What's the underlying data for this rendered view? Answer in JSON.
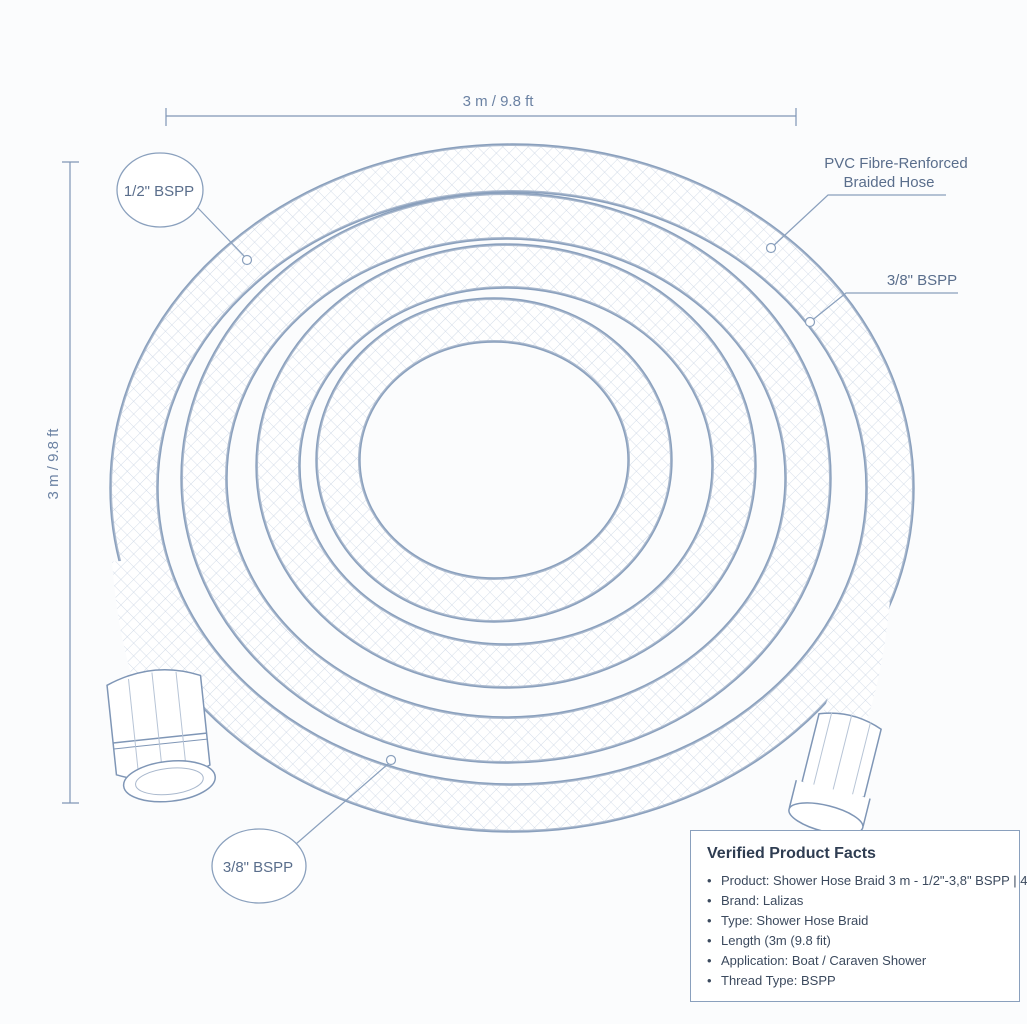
{
  "dimensions": {
    "length_horizontal": "3 m / 9.8 ft",
    "length_vertical": "3 m / 9.8 ft"
  },
  "callouts": {
    "thread_left": "1/2\" BSPP",
    "hose_type_line1": "PVC Fibre-Renforced",
    "hose_type_line2": "Braided Hose",
    "thread_right": "3/8\" BSPP",
    "thread_bottom": "3/8\" BSPP"
  },
  "facts": {
    "title": "Verified Product Facts",
    "items": [
      "Product: Shower Hose Braid 3 m - 1/2\"-3,8\" BSPP | 4",
      "Brand: Lalizas",
      "Type: Shower Hose Braid",
      "Length (3m (9.8 fit)",
      "Application: Boat / Caraven Shower",
      "Thread Type: BSPP"
    ]
  },
  "colors": {
    "line": "#8aa0bd",
    "text": "#5a6e8c",
    "panel_border": "#8aa0bd"
  }
}
